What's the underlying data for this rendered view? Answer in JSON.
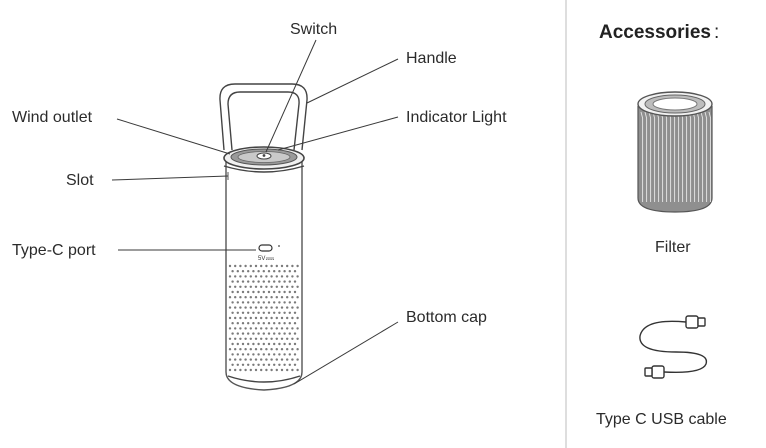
{
  "labels": {
    "switch": "Switch",
    "handle": "Handle",
    "wind_outlet": "Wind outlet",
    "indicator_light": "Indicator Light",
    "slot": "Slot",
    "type_c_port": "Type-C port",
    "bottom_cap": "Bottom cap"
  },
  "port_marking": "5V",
  "accessories": {
    "title": "Accessories",
    "title_colon": ":",
    "items": [
      {
        "label": "Filter",
        "icon": "filter-icon"
      },
      {
        "label": "Type C USB cable",
        "icon": "usb-cable-icon"
      }
    ]
  },
  "colors": {
    "line": "#3a3a3a",
    "text": "#2b2b2b"
  }
}
